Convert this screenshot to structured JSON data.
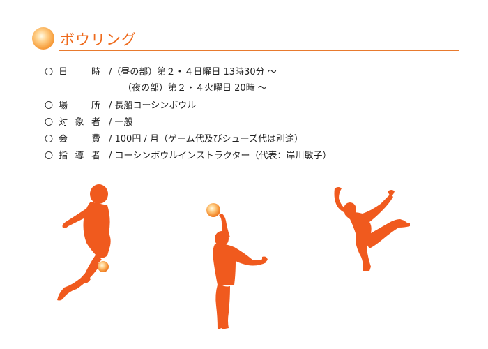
{
  "page": {
    "title": "ボウリング"
  },
  "info": {
    "bullet": "〇",
    "rows": [
      {
        "label_chars": [
          "日",
          "",
          "時"
        ],
        "value": "/（昼の部）第２・４日曜日 13時30分 〜"
      },
      {
        "value": "（夜の部）第２・４火曜日 20時 〜"
      },
      {
        "label_chars": [
          "場",
          "",
          "所"
        ],
        "value": "/ 長船コーシンボウル"
      },
      {
        "label_chars": [
          "対",
          "象",
          "者"
        ],
        "value": "/ 一般"
      },
      {
        "label_chars": [
          "会",
          "",
          "費"
        ],
        "value": "/ 100円 / 月（ゲーム代及びシューズ代は別途）"
      },
      {
        "label_chars": [
          "指",
          "導",
          "者"
        ],
        "value": "/ コーシンボウルインストラクター（代表：岸川敏子）"
      }
    ]
  },
  "colors": {
    "accent": "#ee6a1c",
    "silhouette": "#f05a1e"
  },
  "icons": {
    "header": "orange-ball-icon",
    "figures": [
      "bowler-silhouette-left",
      "bowler-silhouette-center",
      "bowler-silhouette-right"
    ]
  }
}
